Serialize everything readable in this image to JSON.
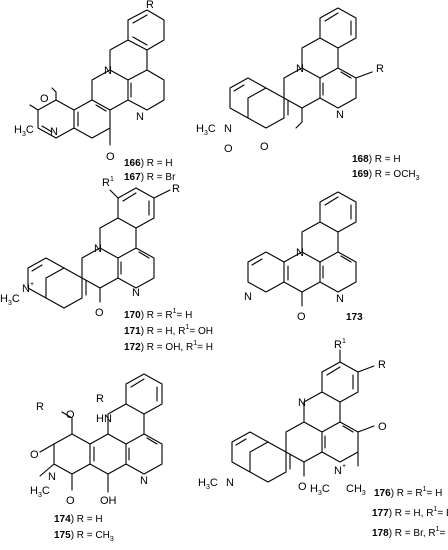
{
  "atoms": {
    "R": "R",
    "R1": "R",
    "sup1": "1",
    "N": "N",
    "O": "O",
    "OH": "OH",
    "HN": "HN",
    "H3C": "H",
    "plus": "+"
  },
  "labels": {
    "c166_num": "166",
    "c166_rest": ") R = H",
    "c167_num": "167",
    "c167_rest": ") R = Br",
    "c168_num": "168",
    "c168_rest": ") R = H",
    "c169_num": "169",
    "c169_rest": ") R = OCH",
    "c170_num": "170",
    "c170_rest": ") R = R",
    "c170_tail": "= H",
    "c171_num": "171",
    "c171_rest": ") R = H, R",
    "c171_tail": "= OH",
    "c172_num": "172",
    "c172_rest": ") R = OH, R",
    "c172_tail": "= H",
    "c173_num": "173",
    "c174_num": "174",
    "c174_rest": ") R = H",
    "c175_num": "175",
    "c175_rest": ") R = CH",
    "c176_num": "176",
    "c176_rest": ") R = R",
    "c176_tail": "= H",
    "c177_num": "177",
    "c177_rest": ") R = H, R",
    "c177_tail": "= Br",
    "c178_num": "178",
    "c178_rest": ") R = Br, R",
    "c178_tail": "= H"
  }
}
